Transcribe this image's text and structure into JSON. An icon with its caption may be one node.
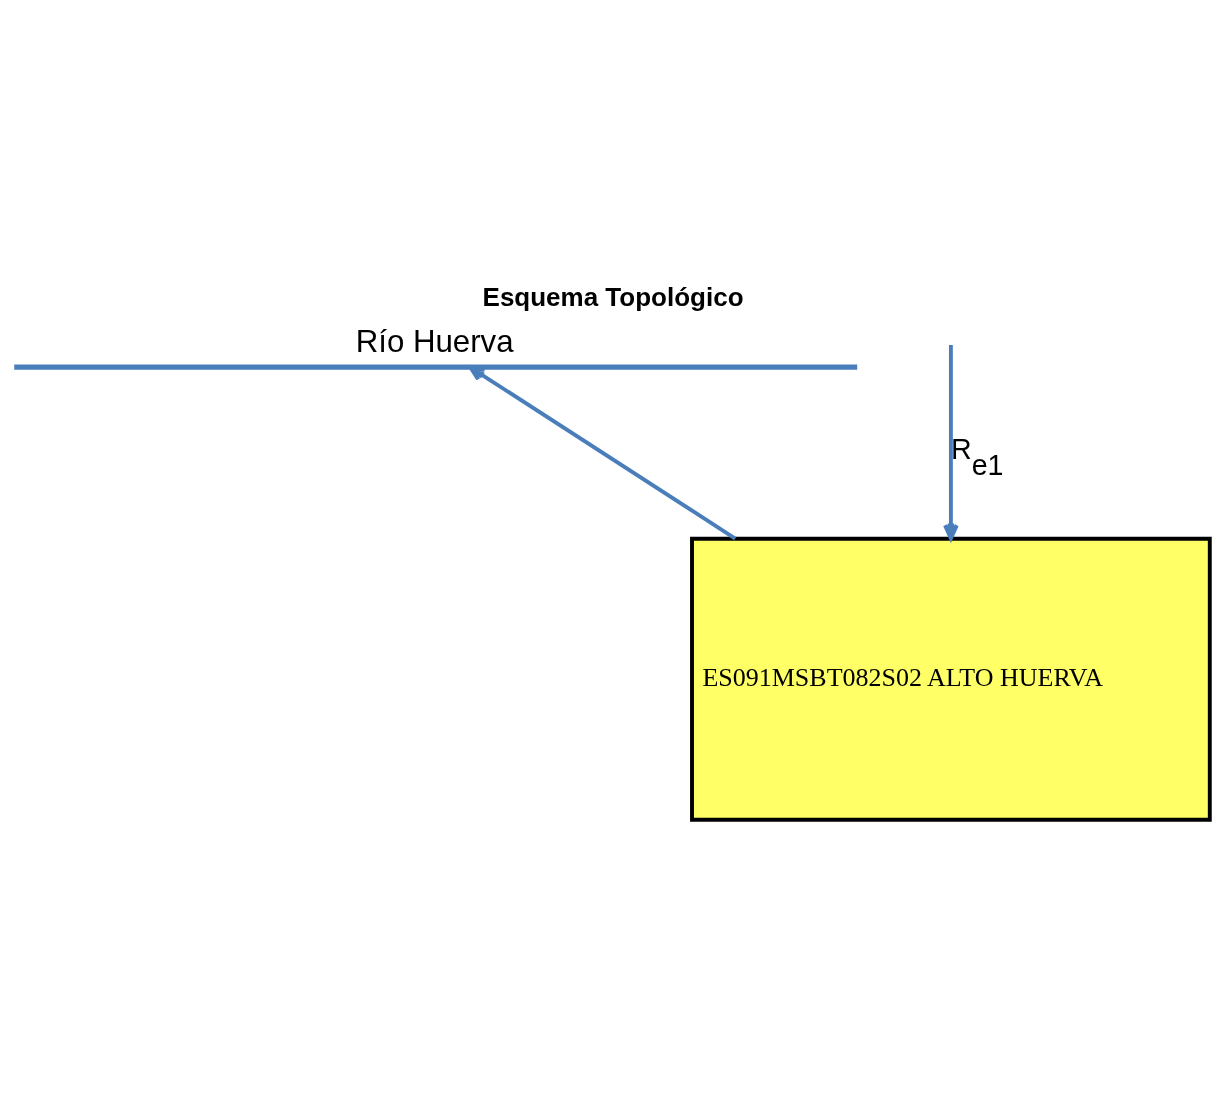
{
  "diagram": {
    "title": "Esquema Topológico",
    "nodes": [
      {
        "text": [
          "Río Huerva"
        ]
      },
      {
        "text": [
          "ES091MSBT082S02 ALTO HUERVA"
        ]
      }
    ],
    "edges": [
      {
        "from": null,
        "to": 1,
        "arrow": "to",
        "label": "R$_{e1}$"
      },
      {
        "from": 1,
        "to": 0,
        "arrow": "to"
      }
    ]
  }
}
